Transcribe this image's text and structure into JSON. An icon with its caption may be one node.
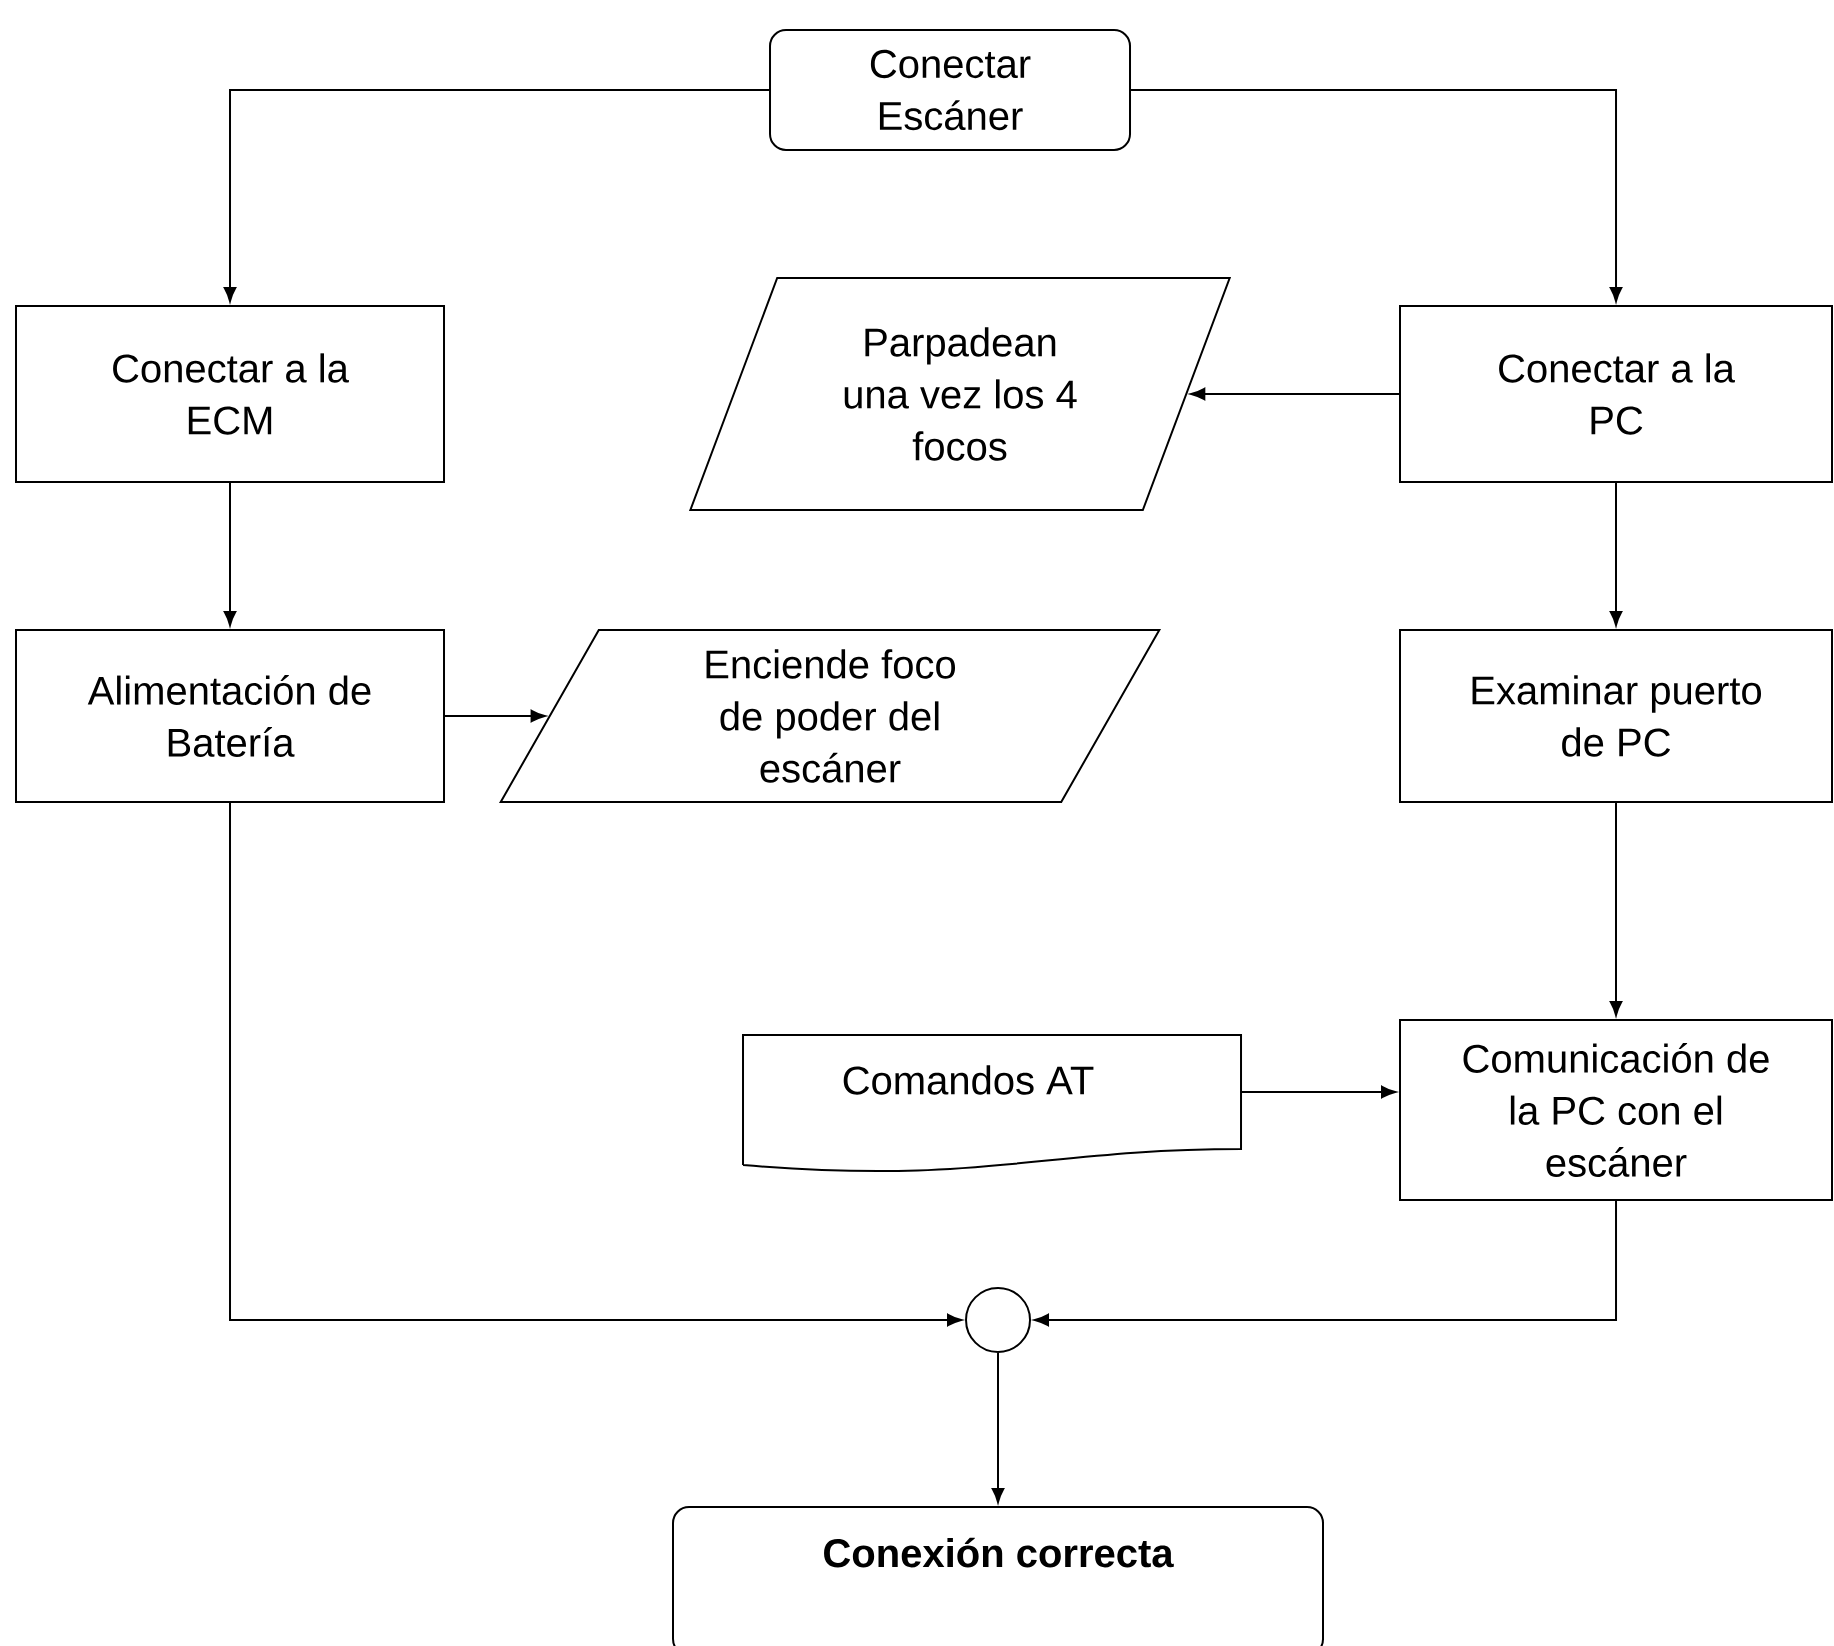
{
  "diagram": {
    "nodes": [
      {
        "text": [
          "Conectar Escáner"
        ]
      },
      {
        "text": [
          "Conectar a la ECM"
        ]
      },
      {
        "text": [
          "Parpadean una vez los 4 focos"
        ]
      },
      {
        "text": [
          "Conectar a la PC"
        ]
      },
      {
        "text": [
          "Alimentación de Batería"
        ]
      },
      {
        "text": [
          "Enciende foco de poder del escáner"
        ]
      },
      {
        "text": [
          "Examinar puerto de PC"
        ]
      },
      {
        "text": [
          "Comandos AT"
        ]
      },
      {
        "text": [
          "Comunicación de la PC con el escáner"
        ]
      },
      {
        "text": [],
        "shape": "circle"
      },
      {
        "text": [
          "Conexión correcta"
        ]
      }
    ],
    "edges": [
      {
        "from": 0,
        "to": 1,
        "arrow": "to"
      },
      {
        "from": 0,
        "to": 3,
        "arrow": "to"
      },
      {
        "from": 3,
        "to": 2,
        "arrow": "to"
      },
      {
        "from": 1,
        "to": 4,
        "arrow": "to"
      },
      {
        "from": 4,
        "to": 5,
        "arrow": "to"
      },
      {
        "from": 3,
        "to": 6,
        "arrow": "to"
      },
      {
        "from": 6,
        "to": 8,
        "arrow": "to"
      },
      {
        "from": 7,
        "to": 8,
        "arrow": "to"
      },
      {
        "from": 4,
        "to": 9,
        "arrow": "to"
      },
      {
        "from": 8,
        "to": 9,
        "arrow": "to"
      },
      {
        "from": 9,
        "to": 10,
        "arrow": "to"
      }
    ]
  }
}
